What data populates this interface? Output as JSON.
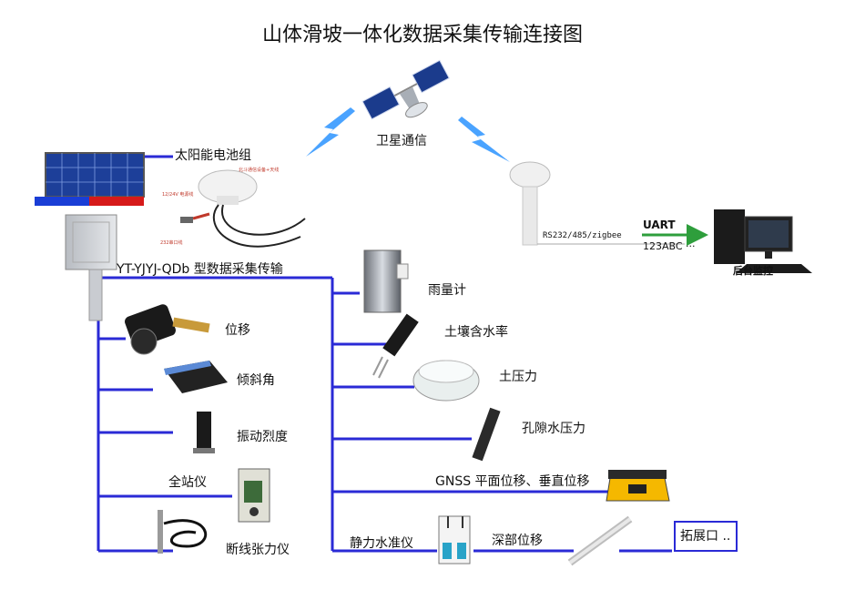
{
  "title": "山体滑坡一体化数据采集传输连接图",
  "labels": {
    "satellite": "卫星通信",
    "solar_panel": "太阳能电池组",
    "device_model": "YT-YJYJ-QDb 型数据采集传输",
    "rs232": "RS232/485/zigbee",
    "uart": "UART",
    "uart_data": "123ABC ···",
    "backend": "后台监控",
    "displacement": "位移",
    "tilt": "倾斜角",
    "vibration": "振动烈度",
    "total_station": "全站仪",
    "break_tension": "断线张力仪",
    "rain_gauge": "雨量计",
    "soil_moisture": "土壤含水率",
    "soil_pressure": "土压力",
    "pore_pressure": "孔隙水压力",
    "gnss": "GNSS 平面位移、垂直位移",
    "static_level": "静力水准仪",
    "deep_displacement": "深部位移",
    "expand": "拓展口 .."
  },
  "colors": {
    "line": "#2a2ad6",
    "lightning": "#4aa3ff",
    "arrow": "#2e9e3c"
  }
}
